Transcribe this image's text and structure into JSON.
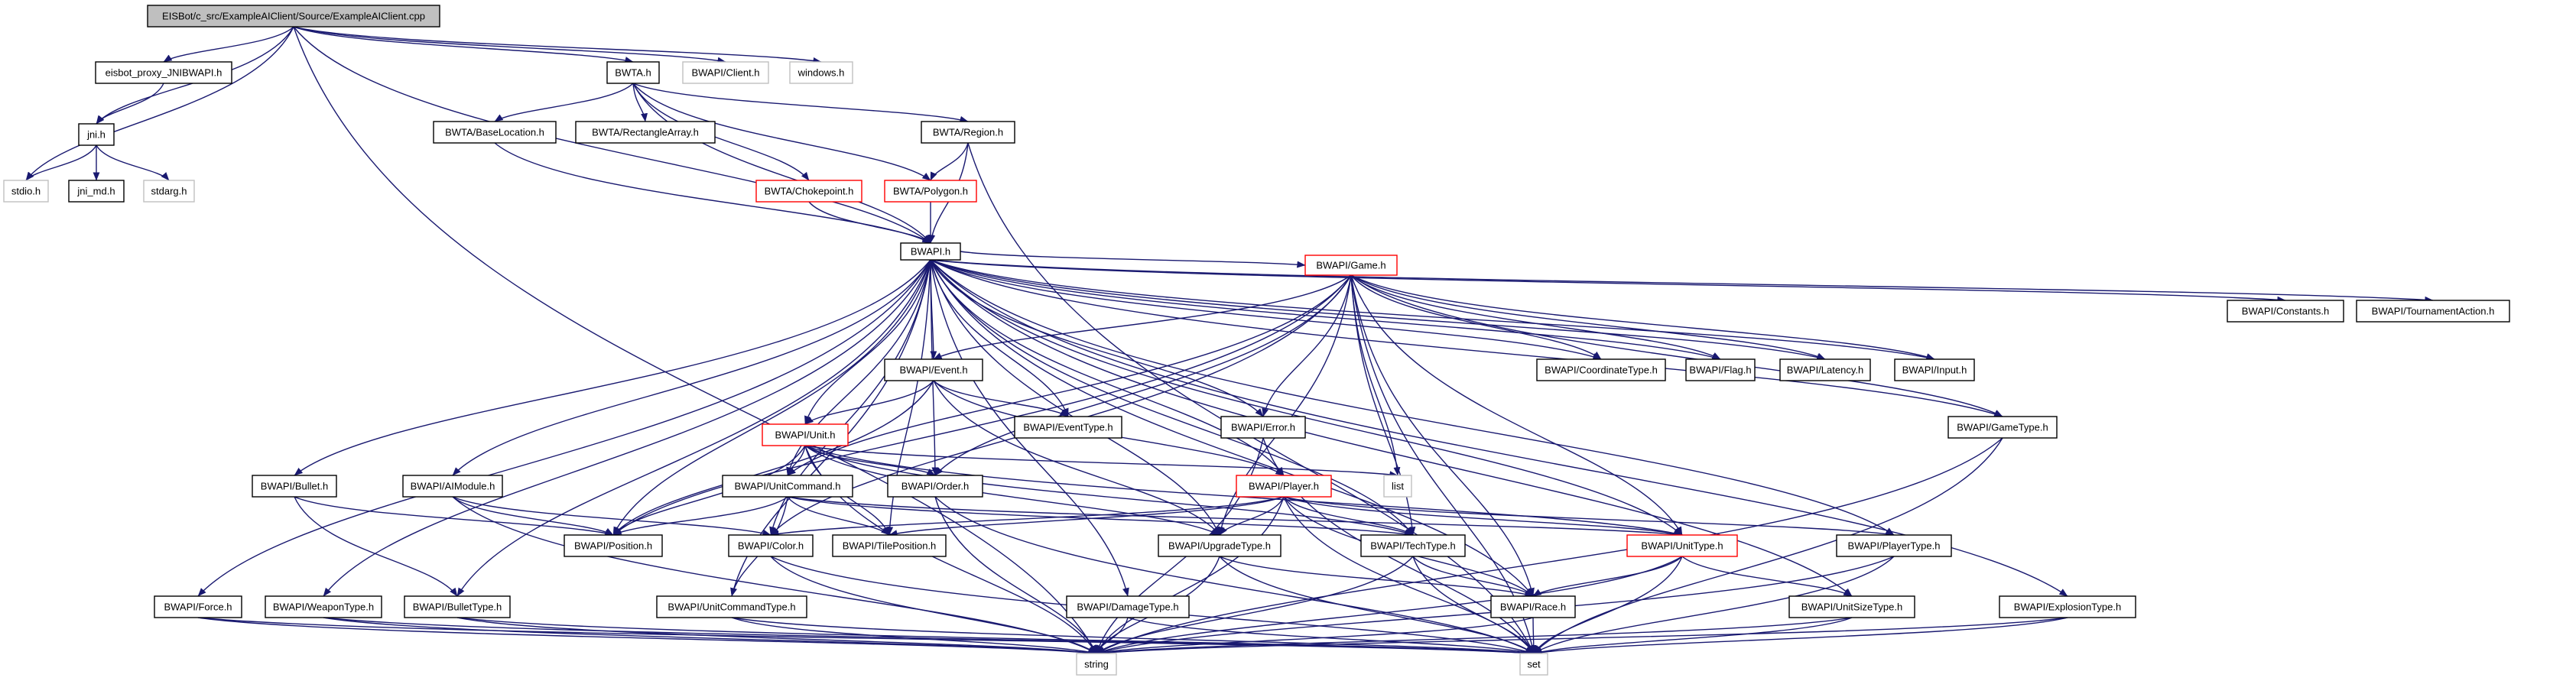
{
  "root": {
    "label": "EISBot/c_src/ExampleAIClient/Source/ExampleAIClient.cpp",
    "fill": "#bfbfbf"
  },
  "colors": {
    "edge": "#191970",
    "box": "#000000",
    "system_box": "#c0c0c0",
    "warn_box": "#ff0000",
    "text": "#000000"
  },
  "nodes": [
    {
      "id": "eisbot_proxy",
      "label": "eisbot_proxy_JNIBWAPI.h"
    },
    {
      "id": "bwta",
      "label": "BWTA.h"
    },
    {
      "id": "client",
      "label": "BWAPI/Client.h"
    },
    {
      "id": "windows",
      "label": "windows.h"
    },
    {
      "id": "jni",
      "label": "jni.h"
    },
    {
      "id": "stdio",
      "label": "stdio.h"
    },
    {
      "id": "jni_md",
      "label": "jni_md.h"
    },
    {
      "id": "stdarg",
      "label": "stdarg.h"
    },
    {
      "id": "baseloc",
      "label": "BWTA/BaseLocation.h"
    },
    {
      "id": "rectarr",
      "label": "BWTA/RectangleArray.h"
    },
    {
      "id": "region",
      "label": "BWTA/Region.h"
    },
    {
      "id": "choke",
      "label": "BWTA/Chokepoint.h"
    },
    {
      "id": "polygon",
      "label": "BWTA/Polygon.h"
    },
    {
      "id": "bwapi",
      "label": "BWAPI.h"
    },
    {
      "id": "game",
      "label": "BWAPI/Game.h"
    },
    {
      "id": "constants",
      "label": "BWAPI/Constants.h"
    },
    {
      "id": "tournament",
      "label": "BWAPI/TournamentAction.h"
    },
    {
      "id": "event",
      "label": "BWAPI/Event.h"
    },
    {
      "id": "coordtype",
      "label": "BWAPI/CoordinateType.h"
    },
    {
      "id": "flag",
      "label": "BWAPI/Flag.h"
    },
    {
      "id": "latency",
      "label": "BWAPI/Latency.h"
    },
    {
      "id": "input",
      "label": "BWAPI/Input.h"
    },
    {
      "id": "unit",
      "label": "BWAPI/Unit.h"
    },
    {
      "id": "eventtype",
      "label": "BWAPI/EventType.h"
    },
    {
      "id": "error",
      "label": "BWAPI/Error.h"
    },
    {
      "id": "gametype",
      "label": "BWAPI/GameType.h"
    },
    {
      "id": "list",
      "label": "list"
    },
    {
      "id": "bullet",
      "label": "BWAPI/Bullet.h"
    },
    {
      "id": "aimodule",
      "label": "BWAPI/AIModule.h"
    },
    {
      "id": "unitcommand",
      "label": "BWAPI/UnitCommand.h"
    },
    {
      "id": "order",
      "label": "BWAPI/Order.h"
    },
    {
      "id": "player",
      "label": "BWAPI/Player.h"
    },
    {
      "id": "position",
      "label": "BWAPI/Position.h"
    },
    {
      "id": "color",
      "label": "BWAPI/Color.h"
    },
    {
      "id": "tileposition",
      "label": "BWAPI/TilePosition.h"
    },
    {
      "id": "upgradetype",
      "label": "BWAPI/UpgradeType.h"
    },
    {
      "id": "techtype",
      "label": "BWAPI/TechType.h"
    },
    {
      "id": "unittype",
      "label": "BWAPI/UnitType.h"
    },
    {
      "id": "playertype",
      "label": "BWAPI/PlayerType.h"
    },
    {
      "id": "force",
      "label": "BWAPI/Force.h"
    },
    {
      "id": "weapontype",
      "label": "BWAPI/WeaponType.h"
    },
    {
      "id": "bullettype",
      "label": "BWAPI/BulletType.h"
    },
    {
      "id": "unitcmdtype",
      "label": "BWAPI/UnitCommandType.h"
    },
    {
      "id": "damagetype",
      "label": "BWAPI/DamageType.h"
    },
    {
      "id": "race",
      "label": "BWAPI/Race.h"
    },
    {
      "id": "unitsizetype",
      "label": "BWAPI/UnitSizeType.h"
    },
    {
      "id": "explosiontype",
      "label": "BWAPI/ExplosionType.h"
    },
    {
      "id": "string",
      "label": "string"
    },
    {
      "id": "set",
      "label": "set"
    }
  ],
  "edges": [
    [
      "root",
      "eisbot_proxy"
    ],
    [
      "root",
      "bwta"
    ],
    [
      "root",
      "client"
    ],
    [
      "root",
      "windows"
    ],
    [
      "root",
      "jni"
    ],
    [
      "root",
      "stdio"
    ],
    [
      "root",
      "string"
    ],
    [
      "root",
      "bwapi"
    ],
    [
      "eisbot_proxy",
      "jni"
    ],
    [
      "jni",
      "stdio"
    ],
    [
      "jni",
      "jni_md"
    ],
    [
      "jni",
      "stdarg"
    ],
    [
      "bwta",
      "baseloc"
    ],
    [
      "bwta",
      "rectarr"
    ],
    [
      "bwta",
      "region"
    ],
    [
      "bwta",
      "choke"
    ],
    [
      "bwta",
      "polygon"
    ],
    [
      "bwta",
      "bwapi"
    ],
    [
      "baseloc",
      "bwapi"
    ],
    [
      "region",
      "polygon"
    ],
    [
      "region",
      "bwapi"
    ],
    [
      "region",
      "set"
    ],
    [
      "choke",
      "bwapi"
    ],
    [
      "polygon",
      "bwapi"
    ],
    [
      "bwapi",
      "game"
    ],
    [
      "bwapi",
      "constants"
    ],
    [
      "bwapi",
      "tournament"
    ],
    [
      "bwapi",
      "event"
    ],
    [
      "bwapi",
      "coordtype"
    ],
    [
      "bwapi",
      "flag"
    ],
    [
      "bwapi",
      "latency"
    ],
    [
      "bwapi",
      "input"
    ],
    [
      "bwapi",
      "unit"
    ],
    [
      "bwapi",
      "eventtype"
    ],
    [
      "bwapi",
      "error"
    ],
    [
      "bwapi",
      "gametype"
    ],
    [
      "bwapi",
      "bullet"
    ],
    [
      "bwapi",
      "aimodule"
    ],
    [
      "bwapi",
      "unitcommand"
    ],
    [
      "bwapi",
      "order"
    ],
    [
      "bwapi",
      "player"
    ],
    [
      "bwapi",
      "position"
    ],
    [
      "bwapi",
      "color"
    ],
    [
      "bwapi",
      "tileposition"
    ],
    [
      "bwapi",
      "upgradetype"
    ],
    [
      "bwapi",
      "techtype"
    ],
    [
      "bwapi",
      "unittype"
    ],
    [
      "bwapi",
      "playertype"
    ],
    [
      "bwapi",
      "force"
    ],
    [
      "bwapi",
      "weapontype"
    ],
    [
      "bwapi",
      "bullettype"
    ],
    [
      "bwapi",
      "unitcmdtype"
    ],
    [
      "bwapi",
      "damagetype"
    ],
    [
      "bwapi",
      "race"
    ],
    [
      "bwapi",
      "unitsizetype"
    ],
    [
      "bwapi",
      "explosiontype"
    ],
    [
      "game",
      "event"
    ],
    [
      "game",
      "coordtype"
    ],
    [
      "game",
      "flag"
    ],
    [
      "game",
      "latency"
    ],
    [
      "game",
      "input"
    ],
    [
      "game",
      "error"
    ],
    [
      "game",
      "gametype"
    ],
    [
      "game",
      "list"
    ],
    [
      "game",
      "order"
    ],
    [
      "game",
      "color"
    ],
    [
      "game",
      "upgradetype"
    ],
    [
      "game",
      "techtype"
    ],
    [
      "game",
      "unittype"
    ],
    [
      "game",
      "race"
    ],
    [
      "game",
      "set"
    ],
    [
      "game",
      "unitcommand"
    ],
    [
      "game",
      "position"
    ],
    [
      "event",
      "eventtype"
    ],
    [
      "event",
      "unit"
    ],
    [
      "event",
      "position"
    ],
    [
      "event",
      "player"
    ],
    [
      "event",
      "upgradetype"
    ],
    [
      "unit",
      "order"
    ],
    [
      "unit",
      "unitcommand"
    ],
    [
      "unit",
      "position"
    ],
    [
      "unit",
      "tileposition"
    ],
    [
      "unit",
      "upgradetype"
    ],
    [
      "unit",
      "techtype"
    ],
    [
      "unit",
      "unittype"
    ],
    [
      "unit",
      "list"
    ],
    [
      "unit",
      "string"
    ],
    [
      "error",
      "string"
    ],
    [
      "error",
      "set"
    ],
    [
      "gametype",
      "string"
    ],
    [
      "gametype",
      "set"
    ],
    [
      "bullet",
      "position"
    ],
    [
      "bullet",
      "bullettype"
    ],
    [
      "aimodule",
      "position"
    ],
    [
      "aimodule",
      "color"
    ],
    [
      "aimodule",
      "string"
    ],
    [
      "unitcommand",
      "position"
    ],
    [
      "unitcommand",
      "tileposition"
    ],
    [
      "unitcommand",
      "unitcmdtype"
    ],
    [
      "unitcommand",
      "unittype"
    ],
    [
      "unitcommand",
      "techtype"
    ],
    [
      "order",
      "string"
    ],
    [
      "order",
      "set"
    ],
    [
      "player",
      "color"
    ],
    [
      "player",
      "tileposition"
    ],
    [
      "player",
      "upgradetype"
    ],
    [
      "player",
      "techtype"
    ],
    [
      "player",
      "unittype"
    ],
    [
      "player",
      "playertype"
    ],
    [
      "player",
      "race"
    ],
    [
      "player",
      "string"
    ],
    [
      "player",
      "set"
    ],
    [
      "color",
      "string"
    ],
    [
      "color",
      "set"
    ],
    [
      "upgradetype",
      "race"
    ],
    [
      "upgradetype",
      "string"
    ],
    [
      "upgradetype",
      "set"
    ],
    [
      "techtype",
      "race"
    ],
    [
      "techtype",
      "string"
    ],
    [
      "techtype",
      "set"
    ],
    [
      "unittype",
      "race"
    ],
    [
      "unittype",
      "unitsizetype"
    ],
    [
      "unittype",
      "string"
    ],
    [
      "unittype",
      "set"
    ],
    [
      "playertype",
      "string"
    ],
    [
      "playertype",
      "set"
    ],
    [
      "force",
      "string"
    ],
    [
      "force",
      "set"
    ],
    [
      "weapontype",
      "string"
    ],
    [
      "weapontype",
      "set"
    ],
    [
      "bullettype",
      "string"
    ],
    [
      "bullettype",
      "set"
    ],
    [
      "unitcmdtype",
      "string"
    ],
    [
      "unitcmdtype",
      "set"
    ],
    [
      "damagetype",
      "string"
    ],
    [
      "damagetype",
      "set"
    ],
    [
      "race",
      "string"
    ],
    [
      "race",
      "set"
    ],
    [
      "unitsizetype",
      "string"
    ],
    [
      "unitsizetype",
      "set"
    ],
    [
      "explosiontype",
      "string"
    ],
    [
      "explosiontype",
      "set"
    ]
  ]
}
